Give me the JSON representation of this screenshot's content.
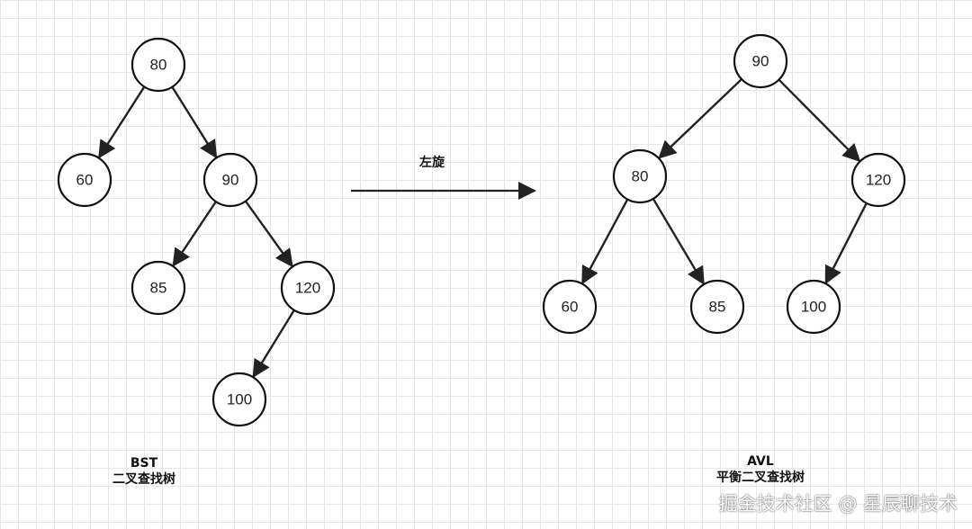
{
  "bst": {
    "title": "BST",
    "subtitle": "二叉查找树",
    "nodes": [
      {
        "id": "b80",
        "label": "80"
      },
      {
        "id": "b60",
        "label": "60"
      },
      {
        "id": "b90",
        "label": "90"
      },
      {
        "id": "b85",
        "label": "85"
      },
      {
        "id": "b120",
        "label": "120"
      },
      {
        "id": "b100",
        "label": "100"
      }
    ],
    "edges": [
      [
        "b80",
        "b60"
      ],
      [
        "b80",
        "b90"
      ],
      [
        "b90",
        "b85"
      ],
      [
        "b90",
        "b120"
      ],
      [
        "b120",
        "b100"
      ]
    ]
  },
  "avl": {
    "title": "AVL",
    "subtitle": "平衡二叉查找树",
    "nodes": [
      {
        "id": "a90",
        "label": "90"
      },
      {
        "id": "a80",
        "label": "80"
      },
      {
        "id": "a120",
        "label": "120"
      },
      {
        "id": "a60",
        "label": "60"
      },
      {
        "id": "a85",
        "label": "85"
      },
      {
        "id": "a100",
        "label": "100"
      }
    ],
    "edges": [
      [
        "a90",
        "a80"
      ],
      [
        "a90",
        "a120"
      ],
      [
        "a80",
        "a60"
      ],
      [
        "a80",
        "a85"
      ],
      [
        "a120",
        "a100"
      ]
    ]
  },
  "transition": {
    "label": "左旋"
  },
  "watermark": "掘金技术社区 @ 星辰聊技术"
}
